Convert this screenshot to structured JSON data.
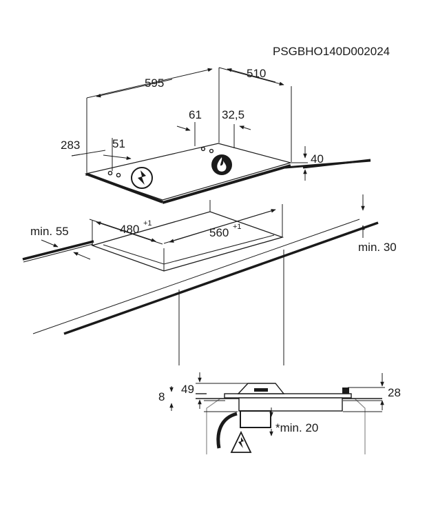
{
  "document_code": "PSGBHO140D002024",
  "dimensions": {
    "width": "595",
    "depth": "510",
    "d283": "283",
    "d51": "51",
    "d61": "61",
    "d32_5": "32,5",
    "height40": "40",
    "cutout_depth": "480",
    "cutout_depth_tol": "+1",
    "cutout_width": "560",
    "cutout_width_tol": "+1",
    "min55": "min. 55",
    "min30": "min. 30",
    "d8": "8",
    "d49": "49",
    "d28": "28",
    "min20": "*min. 20"
  },
  "icons": [
    "electrical-hazard-icon",
    "gas-flame-icon"
  ]
}
